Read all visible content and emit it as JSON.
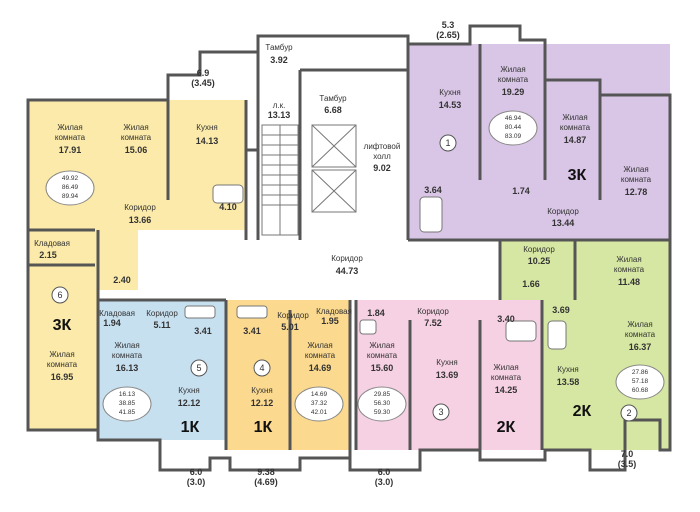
{
  "apartments": {
    "a1": {
      "number": "1",
      "type": "3К",
      "stats": [
        "46.94",
        "80.44",
        "83.09"
      ],
      "color": "#d9c6e6"
    },
    "a2": {
      "number": "2",
      "type": "2К",
      "stats": [
        "27.86",
        "57.18",
        "60.68"
      ],
      "color": "#d6e7a3"
    },
    "a3": {
      "number": "3",
      "type": "2К",
      "stats": [
        "29.85",
        "56.30",
        "59.30"
      ],
      "color": "#f6d1e3"
    },
    "a4": {
      "number": "4",
      "type": "1К",
      "stats": [
        "14.69",
        "37.32",
        "42.01"
      ],
      "color": "#fbd98e"
    },
    "a5": {
      "number": "5",
      "type": "1К",
      "stats": [
        "16.13",
        "38.85",
        "41.85"
      ],
      "color": "#c7e0f0"
    },
    "a6": {
      "number": "6",
      "type": "3К",
      "stats": [
        "49.92",
        "86.49",
        "89.94"
      ],
      "color": "#fbeaa9"
    }
  },
  "rooms": {
    "r01": {
      "name": "Жилая",
      "name2": "комната",
      "area": "17.91"
    },
    "r02": {
      "name": "Жилая",
      "name2": "комната",
      "area": "15.06"
    },
    "r03": {
      "name": "Кухня",
      "name2": "",
      "area": "14.13"
    },
    "r04": {
      "name": "",
      "name2": "",
      "area": "4.10"
    },
    "r05": {
      "name": "Коридор",
      "name2": "",
      "area": "13.66"
    },
    "r06": {
      "name": "Кладовая",
      "name2": "",
      "area": "2.15"
    },
    "r07": {
      "name": "",
      "name2": "",
      "area": "2.40"
    },
    "r08": {
      "name": "Жилая",
      "name2": "комната",
      "area": "16.95"
    },
    "r09": {
      "name": "Кладовая",
      "name2": "",
      "area": "1.94"
    },
    "r10": {
      "name": "Коридор",
      "name2": "",
      "area": "5.11"
    },
    "r11": {
      "name": "Жилая",
      "name2": "комната",
      "area": "16.13"
    },
    "r12": {
      "name": "Кухня",
      "name2": "",
      "area": "12.12"
    },
    "r13": {
      "name": "",
      "name2": "",
      "area": "3.41"
    },
    "r14": {
      "name": "",
      "name2": "",
      "area": "3.41"
    },
    "r15": {
      "name": "Кухня",
      "name2": "",
      "area": "12.12"
    },
    "r16": {
      "name": "Коридор",
      "name2": "",
      "area": "5.01"
    },
    "r17": {
      "name": "Кладовая",
      "name2": "",
      "area": "1.95"
    },
    "r18": {
      "name": "Жилая",
      "name2": "комната",
      "area": "14.69"
    },
    "r19": {
      "name": "",
      "name2": "",
      "area": "1.84"
    },
    "r20": {
      "name": "Жилая",
      "name2": "комната",
      "area": "15.60"
    },
    "r21": {
      "name": "Коридор",
      "name2": "",
      "area": "7.52"
    },
    "r22": {
      "name": "Кухня",
      "name2": "",
      "area": "13.69"
    },
    "r23": {
      "name": "Жилая",
      "name2": "комната",
      "area": "14.25"
    },
    "r24": {
      "name": "",
      "name2": "",
      "area": "3.40"
    },
    "r25": {
      "name": "",
      "name2": "",
      "area": "3.69"
    },
    "r26": {
      "name": "Кухня",
      "name2": "",
      "area": "13.58"
    },
    "r27": {
      "name": "Жилая",
      "name2": "комната",
      "area": "16.37"
    },
    "r28": {
      "name": "Коридор",
      "name2": "",
      "area": "10.25"
    },
    "r29": {
      "name": "",
      "name2": "",
      "area": "1.66"
    },
    "r30": {
      "name": "Жилая",
      "name2": "комната",
      "area": "11.48"
    },
    "r31": {
      "name": "Кухня",
      "name2": "",
      "area": "14.53"
    },
    "r32": {
      "name": "Жилая",
      "name2": "комната",
      "area": "19.29"
    },
    "r33": {
      "name": "Жилая",
      "name2": "комната",
      "area": "14.87"
    },
    "r34": {
      "name": "Жилая",
      "name2": "комната",
      "area": "12.78"
    },
    "r35": {
      "name": "",
      "name2": "",
      "area": "3.64"
    },
    "r36": {
      "name": "",
      "name2": "",
      "area": "1.74"
    },
    "r37": {
      "name": "Коридор",
      "name2": "",
      "area": "13.44"
    }
  },
  "common": {
    "tambur1": {
      "name": "Тамбур",
      "area": "3.92"
    },
    "tambur2": {
      "name": "Тамбур",
      "area": "6.68"
    },
    "lk": {
      "name": "л.к.",
      "area": "13.13"
    },
    "lift": {
      "name1": "лифтовой",
      "name2": "холл",
      "area": "9.02"
    },
    "corridor": {
      "name": "Коридор",
      "area": "44.73"
    }
  },
  "balconies": {
    "b1": {
      "area": "6.9",
      "sub": "(3.45)"
    },
    "b2": {
      "area": "5.3",
      "sub": "(2.65)"
    },
    "b3": {
      "area": "6.0",
      "sub": "(3.0)"
    },
    "b4": {
      "area": "9.38",
      "sub": "(4.69)"
    },
    "b5": {
      "area": "6.0",
      "sub": "(3.0)"
    },
    "b6": {
      "area": "7.0",
      "sub": "(3.5)"
    }
  }
}
